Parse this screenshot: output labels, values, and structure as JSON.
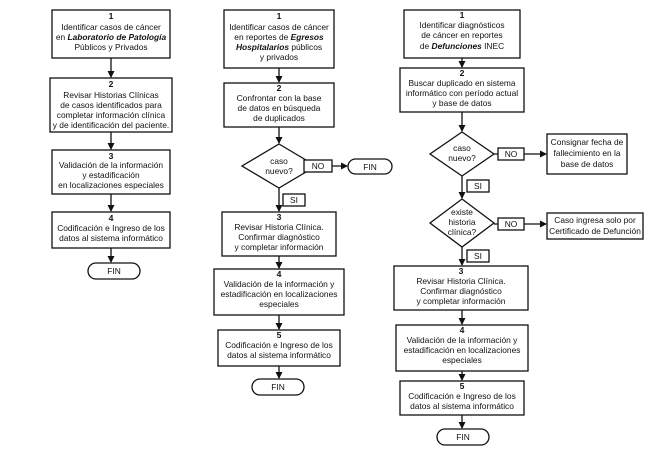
{
  "col1": {
    "s1": {
      "num": "1",
      "l1": "Identificar casos de cáncer",
      "l2a": "en ",
      "l2b": "Laboratorio de Patología",
      "l3": "Públicos y Privados"
    },
    "s2": {
      "num": "2",
      "l1": "Revisar Historias Clínicas",
      "l2": "de casos identificados para",
      "l3": "completar información clínica",
      "l4": "y de identificación del paciente."
    },
    "s3": {
      "num": "3",
      "l1": "Validación de la información",
      "l2": "y estadificación",
      "l3": "en localizaciones especiales"
    },
    "s4": {
      "num": "4",
      "l1": "Codificación e Ingreso de los",
      "l2": "datos al sistema informático"
    },
    "fin": "FIN"
  },
  "col2": {
    "s1": {
      "num": "1",
      "l1": "Identificar casos de cáncer",
      "l2a": "en reportes de ",
      "l2b": "Egresos",
      "l3a": "Hospitalarios",
      "l3b": " públicos",
      "l4": "y privados"
    },
    "s2": {
      "num": "2",
      "l1": "Confrontar con la base",
      "l2": "de datos en búsqueda",
      "l3": "de duplicados"
    },
    "dec": {
      "l1": "caso",
      "l2": "nuevo?"
    },
    "no": "NO",
    "fin_no": "FIN",
    "si": "SI",
    "s3": {
      "num": "3",
      "l1": "Revisar Historia Clínica.",
      "l2": "Confirmar diagnóstico",
      "l3": "y completar información"
    },
    "s4": {
      "num": "4",
      "l1": "Validación de la información y",
      "l2": "estadificación en localizaciones",
      "l3": "especiales"
    },
    "s5": {
      "num": "5",
      "l1": "Codificación e Ingreso de los",
      "l2": "datos al sistema informático"
    },
    "fin": "FIN"
  },
  "col3": {
    "s1": {
      "num": "1",
      "l1": "Identificar diagnósticos",
      "l2": "de  cáncer en reportes",
      "l3a": "de ",
      "l3b": "Defunciones",
      "l3c": " INEC"
    },
    "s2": {
      "num": "2",
      "l1": "Buscar duplicado en sistema",
      "l2": "informático con período actual",
      "l3": "y base de datos"
    },
    "dec1": {
      "l1": "caso",
      "l2": "nuevo?"
    },
    "no1": "NO",
    "side1": {
      "l1": "Consignar fecha de",
      "l2": "fallecimiento en la",
      "l3": "base de datos"
    },
    "si1": "SI",
    "dec2": {
      "l1": "existe",
      "l2": "historia",
      "l3": "clínica?"
    },
    "no2": "NO",
    "side2": {
      "l1": "Caso ingresa solo por",
      "l2": "Certificado de Defunción"
    },
    "si2": "SI",
    "s3": {
      "num": "3",
      "l1": "Revisar Historia Clínica.",
      "l2": "Confirmar diagnóstico",
      "l3": "y completar información"
    },
    "s4": {
      "num": "4",
      "l1": "Validación de la información y",
      "l2": "estadificación en localizaciones",
      "l3": "especiales"
    },
    "s5": {
      "num": "5",
      "l1": "Codificación  e Ingreso de los",
      "l2": "datos al sistema informático"
    },
    "fin": "FIN"
  }
}
